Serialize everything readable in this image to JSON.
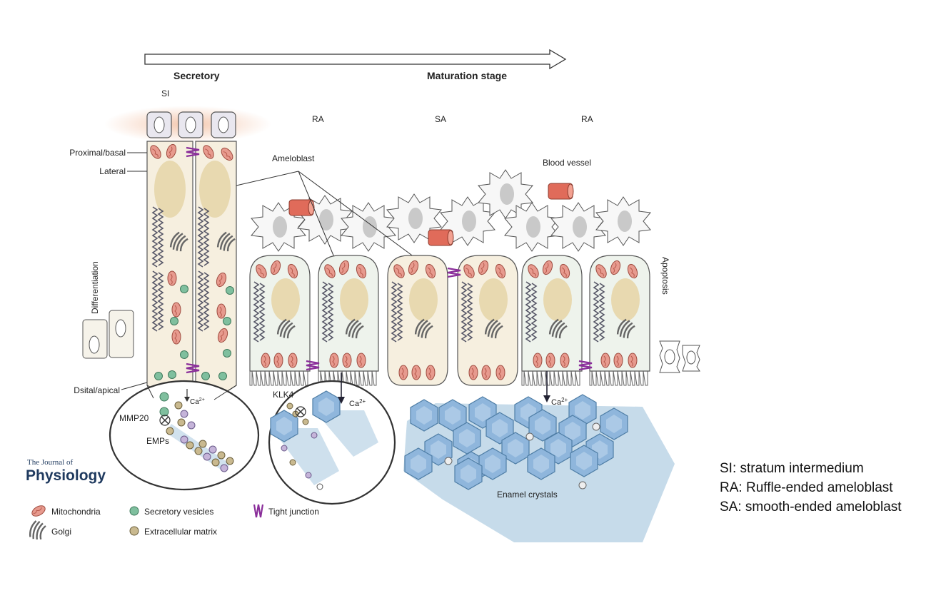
{
  "stages": {
    "secretory": "Secretory",
    "maturation": "Maturation stage"
  },
  "layers": {
    "si": "SI",
    "ra_left": "RA",
    "sa": "SA",
    "ra_right": "RA"
  },
  "cell_labels": {
    "proximal": "Proximal/basal",
    "lateral": "Lateral",
    "distal": "Dsital/apical",
    "differentiation": "Differentiation",
    "apoptosis": "Apoptosis",
    "ameloblast": "Ameloblast",
    "blood_vessel": "Blood vessel"
  },
  "zoom_labels": {
    "mmp20": "MMP20",
    "emps": "EMPs",
    "klk4": "KLK4",
    "ca": "Ca",
    "ca_sup": "2+",
    "enamel": "Enamel crystals"
  },
  "journal": {
    "line1": "The Journal of",
    "line2": "Physiology"
  },
  "legend": {
    "mitochondria": "Mitochondria",
    "golgi": "Golgi",
    "secretory_vesicles": "Secretory vesicles",
    "extracellular_matrix": "Extracellular matrix",
    "tight_junction": "Tight junction"
  },
  "abbreviations": [
    {
      "key": "SI:",
      "text": " stratum intermedium"
    },
    {
      "key": "RA:",
      "text": " Ruffle-ended ameloblast"
    },
    {
      "key": "SA:",
      "text": " smooth-ended ameloblast"
    }
  ],
  "colors": {
    "cell_fill": "#f6efdf",
    "maturation_cell": "#eef3ec",
    "nucleus": "#e8d9b0",
    "mitochondria": "#e79a8e",
    "vesicle": "#7fbf9e",
    "matrix": "#c9b98f",
    "crystal": "#8fb6dc",
    "enamel_bg": "#c6dbea",
    "tight_junction": "#8a2e9a",
    "blood_vessel": "#e06b5a"
  }
}
